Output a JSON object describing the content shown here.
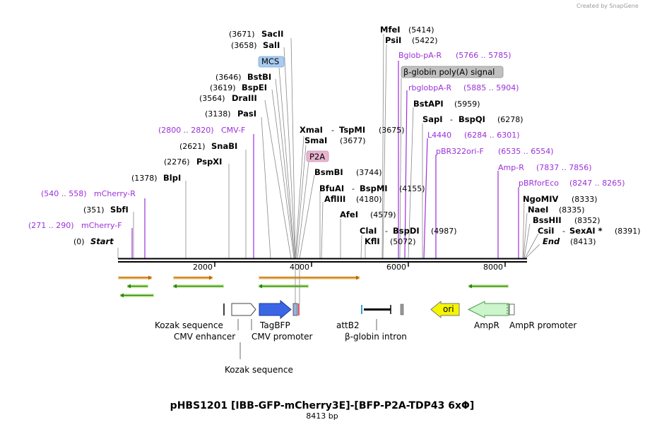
{
  "watermark": "Created by SnapGene",
  "plasmid": {
    "name": "pHBS1201 [IBB-GFP-mCherry3E]-[BFP-P2A-TDP43 6xΦ]",
    "length": "8413 bp"
  },
  "axis_ticks": [
    "2000",
    "4000",
    "6000",
    "8000"
  ],
  "tags": {
    "mcs": "MCS",
    "bglobin": "β-globin poly(A) signal",
    "p2a": "P2A"
  },
  "sites": {
    "start": {
      "pos": "(0)",
      "name": "Start"
    },
    "sbfi": {
      "pos": "(351)",
      "name": "SbfI"
    },
    "blpi": {
      "pos": "(1378)",
      "name": "BlpI"
    },
    "pspxi": {
      "pos": "(2276)",
      "name": "PspXI"
    },
    "snabi": {
      "pos": "(2621)",
      "name": "SnaBI"
    },
    "pasi": {
      "pos": "(3138)",
      "name": "PasI"
    },
    "draiii": {
      "pos": "(3564)",
      "name": "DraIII"
    },
    "bspei": {
      "pos": "(3619)",
      "name": "BspEI"
    },
    "bstbi": {
      "pos": "(3646)",
      "name": "BstBI"
    },
    "sali": {
      "pos": "(3658)",
      "name": "SalI"
    },
    "sacii": {
      "pos": "(3671)",
      "name": "SacII"
    },
    "xmai": {
      "name": "XmaI",
      "sep": "-",
      "name2": "TspMI",
      "pos": "(3675)"
    },
    "smai": {
      "name": "SmaI",
      "pos": "(3677)"
    },
    "bsmbi": {
      "name": "BsmBI",
      "pos": "(3744)"
    },
    "bfuai": {
      "name": "BfuAI",
      "sep": "-",
      "name2": "BspMI",
      "pos": "(4155)"
    },
    "afliii": {
      "name": "AflIII",
      "pos": "(4180)"
    },
    "afei": {
      "name": "AfeI",
      "pos": "(4579)"
    },
    "clai": {
      "name": "ClaI",
      "sep": "-",
      "name2": "BspDI",
      "pos": "(4987)"
    },
    "kfli": {
      "name": "KflI",
      "pos": "(5072)"
    },
    "mfei": {
      "name": "MfeI",
      "pos": "(5414)"
    },
    "psii": {
      "name": "PsiI",
      "pos": "(5422)"
    },
    "bstapi": {
      "name": "BstAPI",
      "pos": "(5959)"
    },
    "sapi": {
      "name": "SapI",
      "sep": "-",
      "name2": "BspQI",
      "pos": "(6278)"
    },
    "ngomiv": {
      "name": "NgoMIV",
      "pos": "(8333)"
    },
    "naei": {
      "name": "NaeI",
      "pos": "(8335)"
    },
    "bsshii": {
      "name": "BssHII",
      "pos": "(8352)"
    },
    "csii": {
      "name": "CsiI",
      "sep": "-",
      "name2": "SexAI *",
      "pos": "(8391)"
    },
    "end": {
      "name": "End",
      "pos": "(8413)"
    }
  },
  "primers": {
    "mcherryf": {
      "range": "(271 .. 290)",
      "name": "mCherry-F"
    },
    "mcherryr": {
      "range": "(540 .. 558)",
      "name": "mCherry-R"
    },
    "cmvf": {
      "range": "(2800 .. 2820)",
      "name": "CMV-F"
    },
    "bglobpar": {
      "name": "Bglob-pA-R",
      "range": "(5766 .. 5785)"
    },
    "rbglobpar": {
      "name": "rbglobpA-R",
      "range": "(5885 .. 5904)"
    },
    "l4440": {
      "name": "L4440",
      "range": "(6284 .. 6301)"
    },
    "pbr322": {
      "name": "pBR322ori-F",
      "range": "(6535 .. 6554)"
    },
    "ampr": {
      "name": "Amp-R",
      "range": "(7837 .. 7856)"
    },
    "pbrfor": {
      "name": "pBRforEco",
      "range": "(8247 .. 8265)"
    }
  },
  "features": {
    "kozak1": "Kozak sequence",
    "cmvenh": "CMV enhancer",
    "tagbfp": "TagBFP",
    "cmvprom": "CMV promoter",
    "kozak2": "Kozak sequence",
    "attb2": "attB2",
    "bglobintron": "β-globin intron",
    "ori": "ori",
    "ampr": "AmpR",
    "amprprom": "AmpR promoter"
  },
  "colors": {
    "primer": "#9b30d9",
    "tagbfp": "#3a66e6",
    "ori": "#f5f500",
    "ampr": "#ccf5cc",
    "orange": "#f0a020",
    "green": "#55bb22",
    "mcs": "#a8ccf0",
    "p2a": "#e8b4d0",
    "bglob_tag": "#c0c0c0"
  }
}
